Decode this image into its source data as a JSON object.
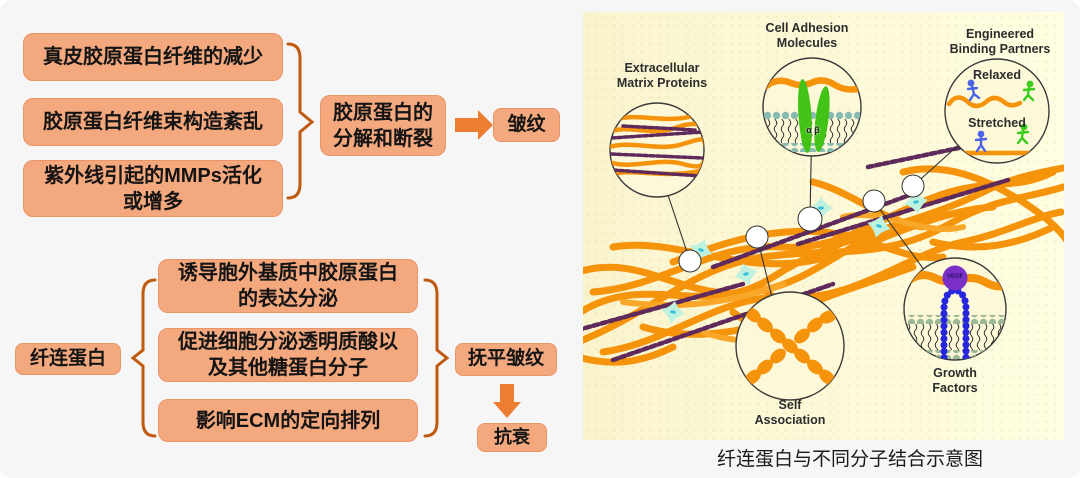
{
  "wrinkle_flow": {
    "causes": [
      "真皮胶原蛋白纤维的减少",
      "胶原蛋白纤维束构造紊乱",
      "紫外线引起的MMPs活化\n或增多"
    ],
    "mechanism": "胶原蛋白的\n分解和断裂",
    "result": "皱纹"
  },
  "fibronectin_flow": {
    "subject": "纤连蛋白",
    "functions": [
      "诱导胞外基质中胶原蛋白\n的表达分泌",
      "促进细胞分泌透明质酸以\n及其他糖蛋白分子",
      "影响ECM的定向排列"
    ],
    "outcome": "抚平皱纹",
    "final_effect": "抗衰"
  },
  "illustration": {
    "caption": "纤连蛋白与不同分子结合示意图",
    "labels": {
      "ecm": "Extracellular\nMatrix Proteins",
      "cam": "Cell Adhesion\nMolecules",
      "ebp": "Engineered\nBinding Partners",
      "relaxed": "Relaxed",
      "stretched": "Stretched",
      "self_assoc": "Self\nAssociation",
      "growth": "Growth\nFactors",
      "vegf": "VEGF",
      "integrin_subunits": "α β"
    },
    "colors": {
      "fibronectin_orange": "#F5930A",
      "collagen_purple": "#5E2A5B",
      "integrin_green": "#42C316",
      "receptor_blue": "#2B2BDD",
      "vegf_purple": "#7A2FC6",
      "panel_yellow": "#FBF6D4"
    }
  },
  "palette": {
    "box_fill": "#F4A87D",
    "connector_orange": "#ED7D31",
    "bracket_orange": "#C05A11"
  }
}
